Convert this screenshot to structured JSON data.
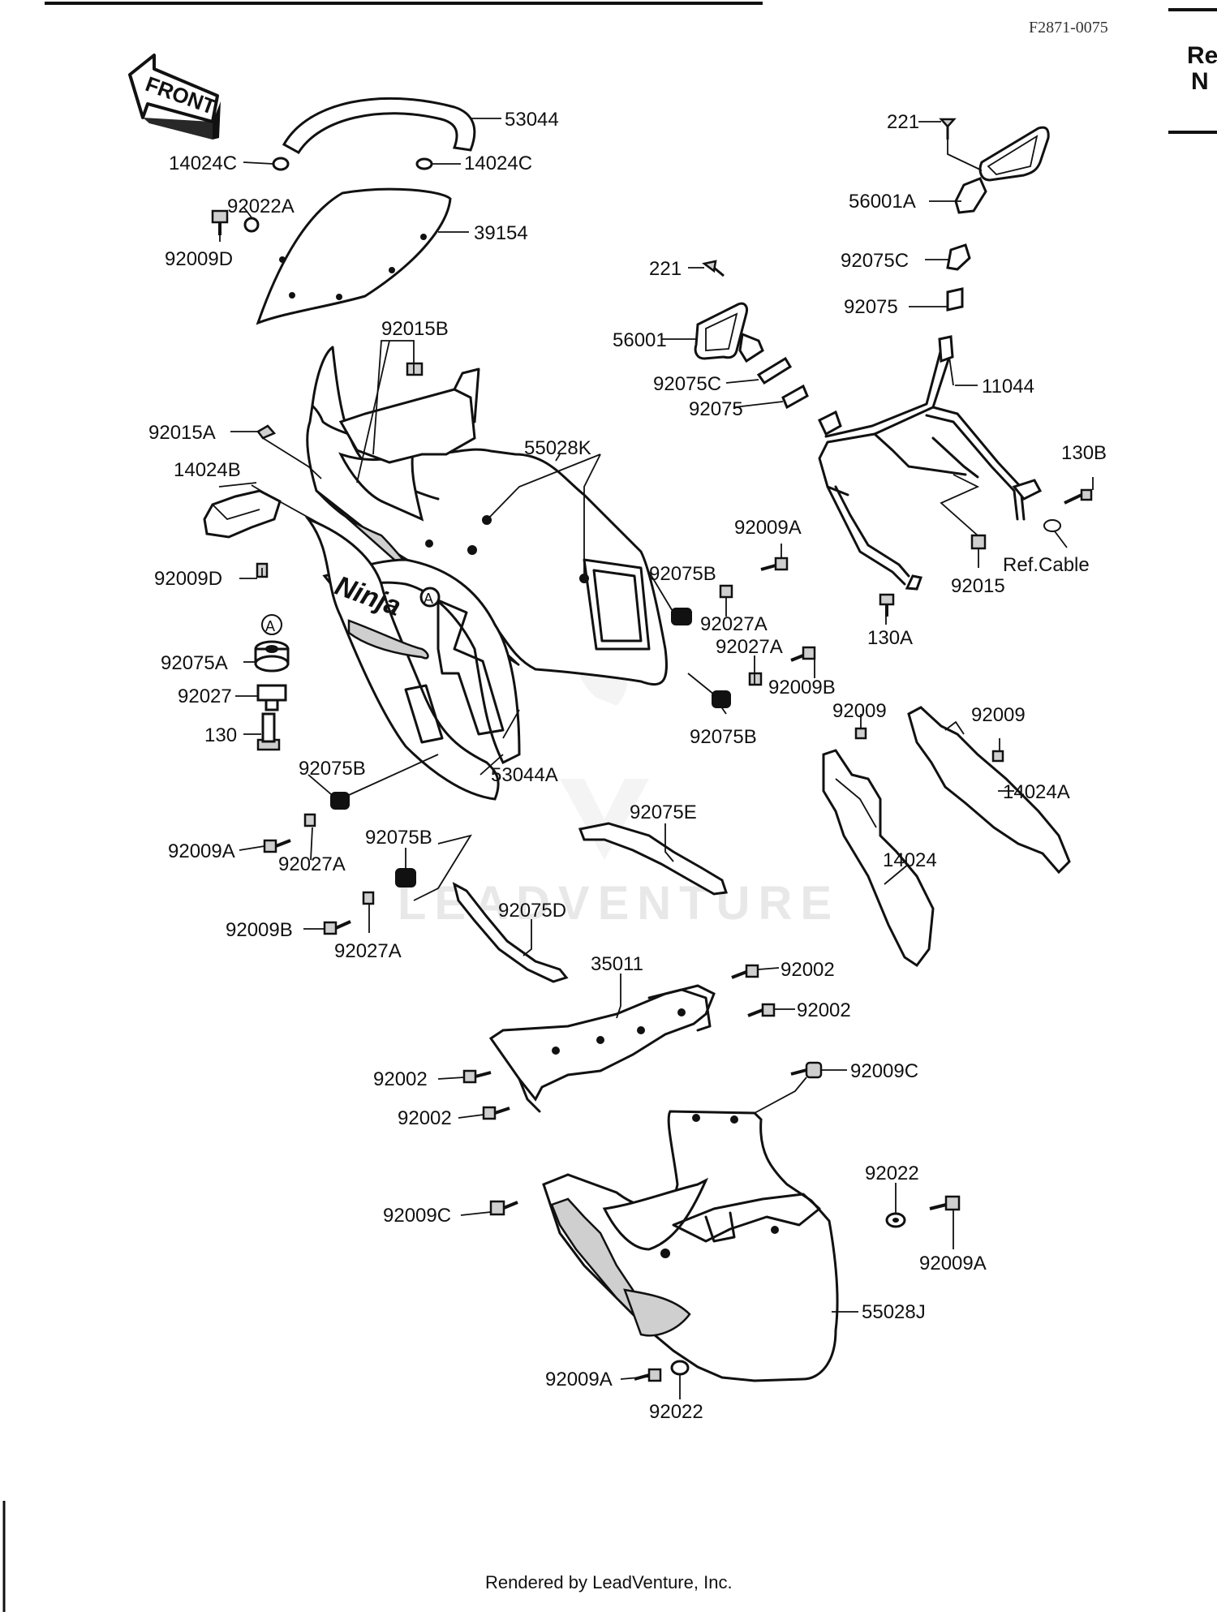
{
  "header": {
    "doc_id": "F2871-0075",
    "cut_text_line1": "Re",
    "cut_text_line2": "N"
  },
  "front_arrow": {
    "label": "FRONT"
  },
  "brand_logo": {
    "text": "Ninja"
  },
  "watermark": {
    "text": "LEADVENTURE"
  },
  "markers": {
    "ref_a": "A"
  },
  "parts": [
    {
      "id": "p53044",
      "label": "53044"
    },
    {
      "id": "p14024C_l",
      "label": "14024C"
    },
    {
      "id": "p14024C_r",
      "label": "14024C"
    },
    {
      "id": "p92022A",
      "label": "92022A"
    },
    {
      "id": "p39154",
      "label": "39154"
    },
    {
      "id": "p92009D_top",
      "label": "92009D"
    },
    {
      "id": "p92015B",
      "label": "92015B"
    },
    {
      "id": "p92015A",
      "label": "92015A"
    },
    {
      "id": "p55028K",
      "label": "55028K"
    },
    {
      "id": "p14024B",
      "label": "14024B"
    },
    {
      "id": "p92009D_mid",
      "label": "92009D"
    },
    {
      "id": "p92075A",
      "label": "92075A"
    },
    {
      "id": "p92027",
      "label": "92027"
    },
    {
      "id": "p130",
      "label": "130"
    },
    {
      "id": "p92075B_l",
      "label": "92075B"
    },
    {
      "id": "p53044A",
      "label": "53044A"
    },
    {
      "id": "p92009A_l",
      "label": "92009A"
    },
    {
      "id": "p92027A_l",
      "label": "92027A"
    },
    {
      "id": "p92075B_b",
      "label": "92075B"
    },
    {
      "id": "p92009B_l",
      "label": "92009B"
    },
    {
      "id": "p92027A_b",
      "label": "92027A"
    },
    {
      "id": "p92075B_r1",
      "label": "92075B"
    },
    {
      "id": "p92027A_r1",
      "label": "92027A"
    },
    {
      "id": "p92027A_r2",
      "label": "92027A"
    },
    {
      "id": "p92009B_r",
      "label": "92009B"
    },
    {
      "id": "p92075B_r2",
      "label": "92075B"
    },
    {
      "id": "p92009A_mid",
      "label": "92009A"
    },
    {
      "id": "p221_r",
      "label": "221"
    },
    {
      "id": "p56001A",
      "label": "56001A"
    },
    {
      "id": "p92075C_r",
      "label": "92075C"
    },
    {
      "id": "p92075_r",
      "label": "92075"
    },
    {
      "id": "p11044",
      "label": "11044"
    },
    {
      "id": "p221_l",
      "label": "221"
    },
    {
      "id": "p56001",
      "label": "56001"
    },
    {
      "id": "p92075C_l",
      "label": "92075C"
    },
    {
      "id": "p92075_l",
      "label": "92075"
    },
    {
      "id": "p130B",
      "label": "130B"
    },
    {
      "id": "pRefCable",
      "label": "Ref.Cable"
    },
    {
      "id": "p92015",
      "label": "92015"
    },
    {
      "id": "p130A",
      "label": "130A"
    },
    {
      "id": "p92009_l",
      "label": "92009"
    },
    {
      "id": "p92009_r",
      "label": "92009"
    },
    {
      "id": "p14024A",
      "label": "14024A"
    },
    {
      "id": "p14024",
      "label": "14024"
    },
    {
      "id": "p92075E",
      "label": "92075E"
    },
    {
      "id": "p92075D",
      "label": "92075D"
    },
    {
      "id": "p35011",
      "label": "35011"
    },
    {
      "id": "p92002_r1",
      "label": "92002"
    },
    {
      "id": "p92002_r2",
      "label": "92002"
    },
    {
      "id": "p92002_l1",
      "label": "92002"
    },
    {
      "id": "p92002_l2",
      "label": "92002"
    },
    {
      "id": "p92009C_r",
      "label": "92009C"
    },
    {
      "id": "p92022_r",
      "label": "92022"
    },
    {
      "id": "p92009C_l",
      "label": "92009C"
    },
    {
      "id": "p92009A_r",
      "label": "92009A"
    },
    {
      "id": "p55028J",
      "label": "55028J"
    },
    {
      "id": "p92009A_b",
      "label": "92009A"
    },
    {
      "id": "p92022_b",
      "label": "92022"
    }
  ],
  "footer": {
    "text": "Rendered by LeadVenture, Inc."
  }
}
